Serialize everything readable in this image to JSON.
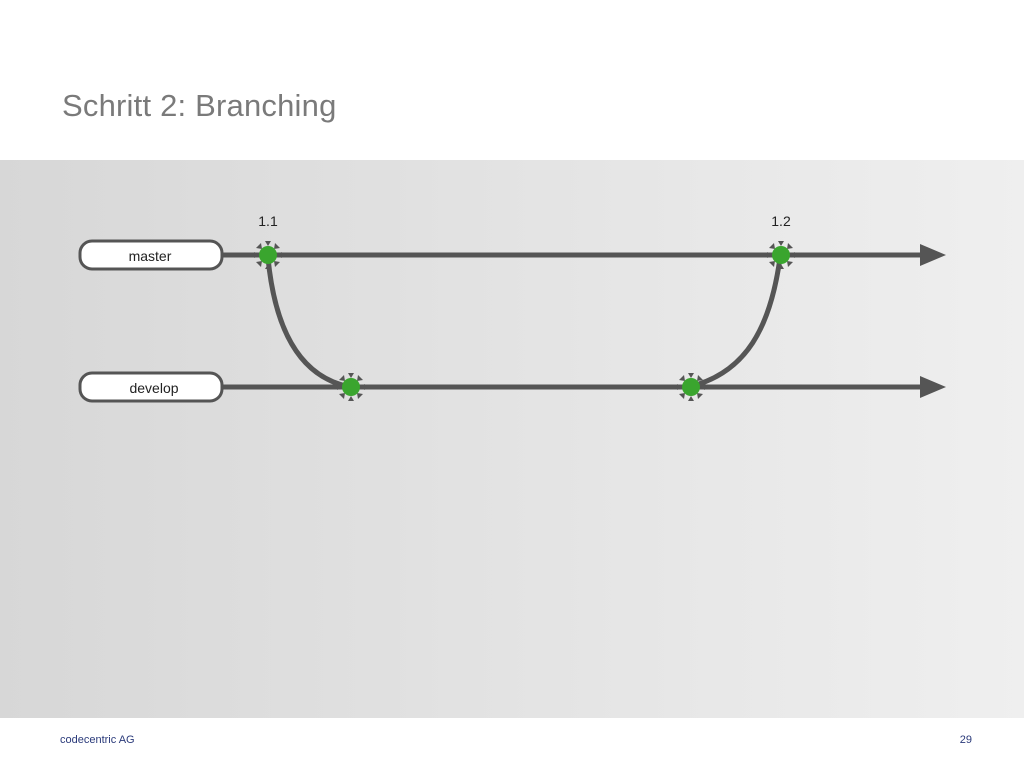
{
  "slide": {
    "title": "Schritt 2: Branching",
    "footer_company": "codecentric AG",
    "page_number": "29"
  },
  "branches": [
    {
      "id": "master",
      "label": "master"
    },
    {
      "id": "develop",
      "label": "develop"
    }
  ],
  "tags": [
    {
      "label": "1.1"
    },
    {
      "label": "1.2"
    }
  ],
  "colors": {
    "line": "#555555",
    "commit": "#3aa52e",
    "label_border": "#555555",
    "label_fill": "#ffffff"
  }
}
